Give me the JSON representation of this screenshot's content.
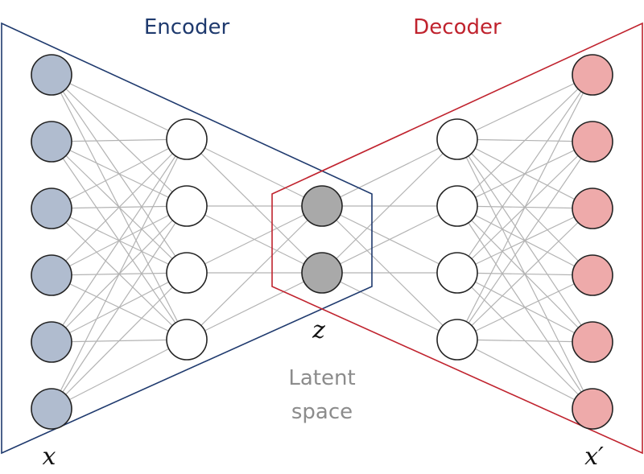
{
  "labels": {
    "encoder": "Encoder",
    "decoder": "Decoder",
    "latent_line1": "Latent",
    "latent_line2": "space",
    "input_var": "x",
    "latent_var": "z",
    "output_var": "x′"
  },
  "colors": {
    "encoder": "#1f3a6e",
    "decoder": "#c0232e",
    "input_node": "#b0bccf",
    "hidden_node": "#ffffff",
    "latent_node": "#a9a9a9",
    "output_node": "#eeaaaa",
    "connection": "#b3b3b3",
    "latent_text": "#8c8c8c"
  },
  "network": {
    "layers": [
      {
        "name": "input",
        "nodes": 6,
        "fill": "input_node"
      },
      {
        "name": "encoder-hidden",
        "nodes": 4,
        "fill": "hidden_node"
      },
      {
        "name": "latent",
        "nodes": 2,
        "fill": "latent_node"
      },
      {
        "name": "decoder-hidden",
        "nodes": 4,
        "fill": "hidden_node"
      },
      {
        "name": "output",
        "nodes": 6,
        "fill": "output_node"
      }
    ]
  }
}
